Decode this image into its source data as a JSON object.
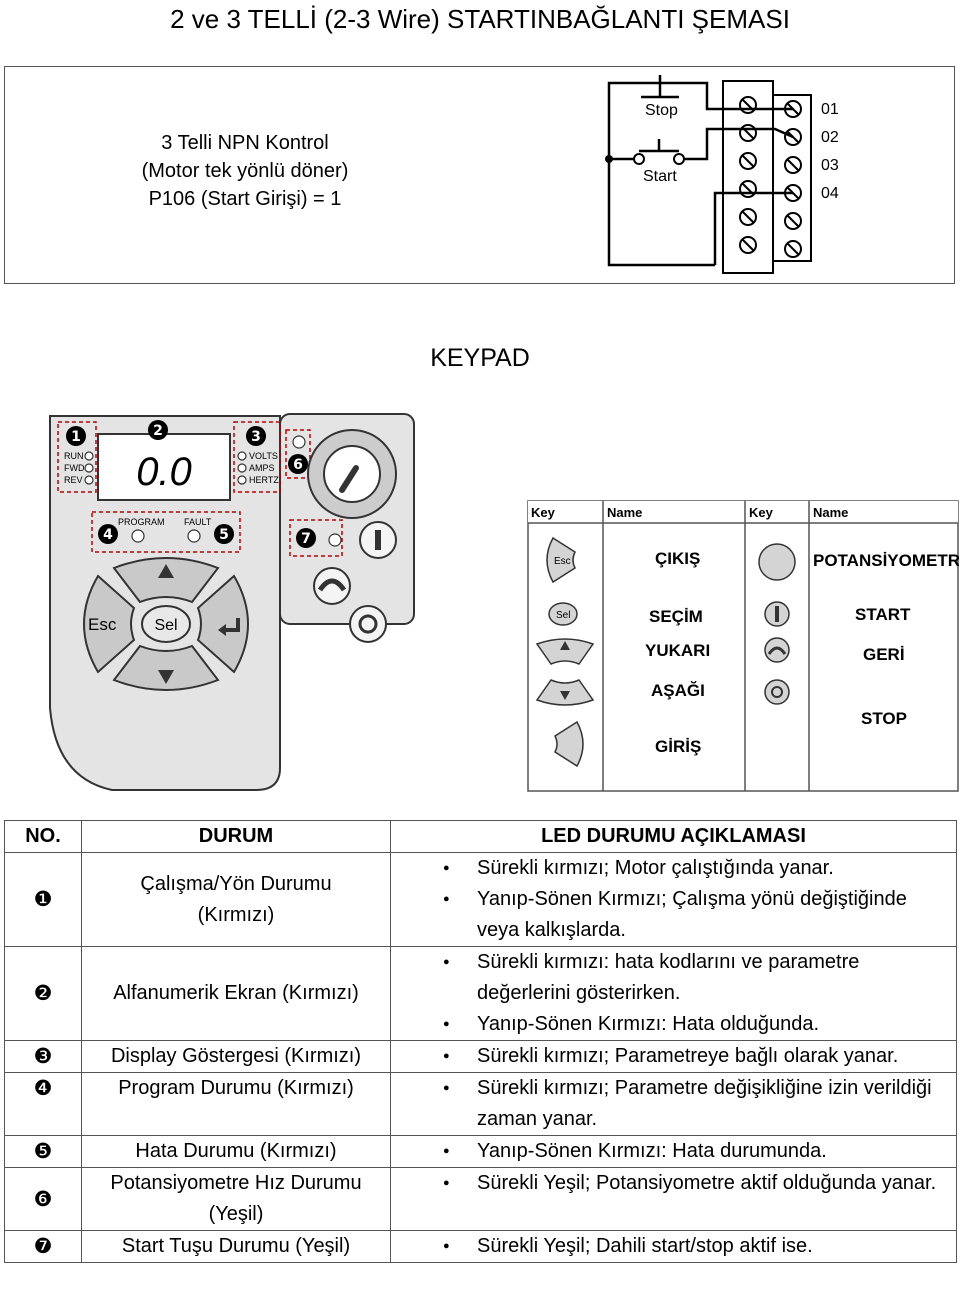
{
  "title": "2 ve 3 TELLİ (2-3 Wire) STARTINBAĞLANTI ŞEMASI",
  "wiring": {
    "line1": "3 Telli NPN Kontrol",
    "line2": "(Motor tek yönlü döner)",
    "line3": "P106 (Start Girişi) = 1",
    "stop_label": "Stop",
    "start_label": "Start",
    "terminals": [
      "01",
      "02",
      "03",
      "04"
    ]
  },
  "keypad_title": "KEYPAD",
  "device": {
    "display": "0.0",
    "left_leds": [
      "RUN",
      "FWD",
      "REV"
    ],
    "right_leds": [
      "VOLTS",
      "AMPS",
      "HERTZ"
    ],
    "program": "PROGRAM",
    "fault": "FAULT",
    "esc": "Esc",
    "sel": "Sel",
    "callouts": [
      "1",
      "2",
      "3",
      "4",
      "5",
      "6",
      "7"
    ]
  },
  "legend": {
    "headers": [
      "Key",
      "Name",
      "Key",
      "Name"
    ],
    "left": [
      "ÇIKIŞ",
      "SEÇİM",
      "YUKARI",
      "AŞAĞI",
      "GİRİŞ"
    ],
    "right": [
      "POTANSİYOMETRE",
      "START",
      "GERİ",
      "STOP"
    ]
  },
  "table": {
    "headers": [
      "NO.",
      "DURUM",
      "LED DURUMU AÇIKLAMASI"
    ],
    "rows": [
      {
        "no": "❶",
        "status": "Çalışma/Yön Durumu (Kırmızı)",
        "items": [
          "Sürekli kırmızı; Motor çalıştığında yanar.",
          "Yanıp-Sönen Kırmızı; Çalışma yönü değiştiğinde veya kalkışlarda."
        ]
      },
      {
        "no": "❷",
        "status": "Alfanumerik Ekran (Kırmızı)",
        "items": [
          "Sürekli kırmızı: hata kodlarını ve parametre değerlerini gösterirken.",
          "Yanıp-Sönen Kırmızı: Hata olduğunda."
        ]
      },
      {
        "no": "❸",
        "status": "Display Göstergesi (Kırmızı)",
        "items": [
          "Sürekli kırmızı; Parametreye bağlı olarak yanar."
        ]
      },
      {
        "no": "❹",
        "status": "Program Durumu (Kırmızı)",
        "items": [
          "Sürekli kırmızı; Parametre değişikliğine izin verildiği zaman yanar."
        ]
      },
      {
        "no": "❺",
        "status": "Hata Durumu (Kırmızı)",
        "items": [
          "Yanıp-Sönen Kırmızı: Hata durumunda."
        ]
      },
      {
        "no": "❻",
        "status": "Potansiyometre Hız Durumu (Yeşil)",
        "items": [
          "Sürekli Yeşil; Potansiyometre aktif olduğunda yanar."
        ]
      },
      {
        "no": "❼",
        "status": "Start Tuşu Durumu (Yeşil)",
        "items": [
          "Sürekli Yeşil; Dahili start/stop aktif ise."
        ]
      }
    ]
  }
}
